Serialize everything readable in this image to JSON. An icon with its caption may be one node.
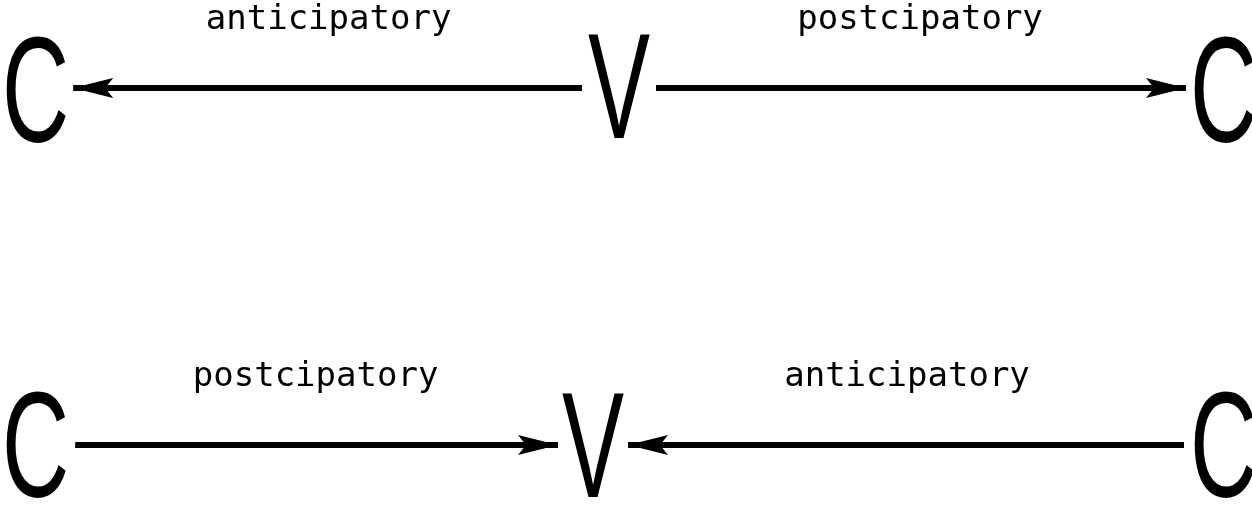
{
  "diagram": {
    "nodes": [
      {
        "text": [
          "C"
        ]
      },
      {
        "text": [
          "V"
        ]
      },
      {
        "text": [
          "C"
        ]
      },
      {
        "text": [
          "C"
        ]
      },
      {
        "text": [
          "V"
        ]
      },
      {
        "text": [
          "C"
        ]
      }
    ],
    "edges": [
      {
        "from": 1,
        "to": 0,
        "arrow": "to",
        "label": "anticipatory"
      },
      {
        "from": 1,
        "to": 2,
        "arrow": "to",
        "label": "postcipatory"
      },
      {
        "from": 3,
        "to": 4,
        "arrow": "to",
        "label": "postcipatory"
      },
      {
        "from": 5,
        "to": 4,
        "arrow": "to",
        "label": "anticipatory"
      }
    ]
  }
}
